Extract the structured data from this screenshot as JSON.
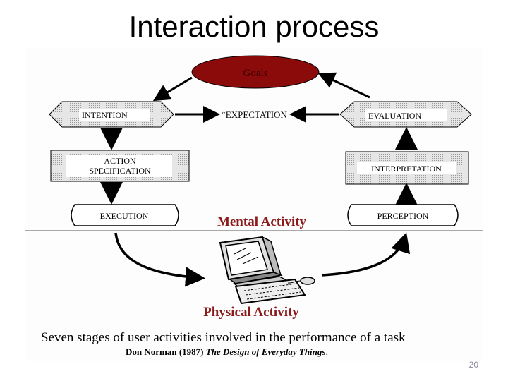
{
  "slide": {
    "title": "Interaction process",
    "page_number": "20"
  },
  "diagram": {
    "goals": "Goals",
    "intention": "INTENTION",
    "expectation": "“EXPECTATION",
    "evaluation": "EVALUATION",
    "action_line1": "ACTION",
    "action_line2": "SPECIFICATION",
    "interpretation": "INTERPRETATION",
    "execution": "EXECUTION",
    "perception": "PERCEPTION",
    "mental_activity": "Mental Activity",
    "physical_activity": "Physical Activity",
    "caption": "Seven stages of user activities involved in the performance of a task",
    "citation_author": "Don Norman (1987) ",
    "citation_title": "The Design of Everyday Things",
    "citation_end": "."
  },
  "colors": {
    "goals_fill": "#8b0b0b",
    "activity_label": "#8b1a1a",
    "box_fill": "#d9d9d9",
    "shape_border": "#000000"
  }
}
